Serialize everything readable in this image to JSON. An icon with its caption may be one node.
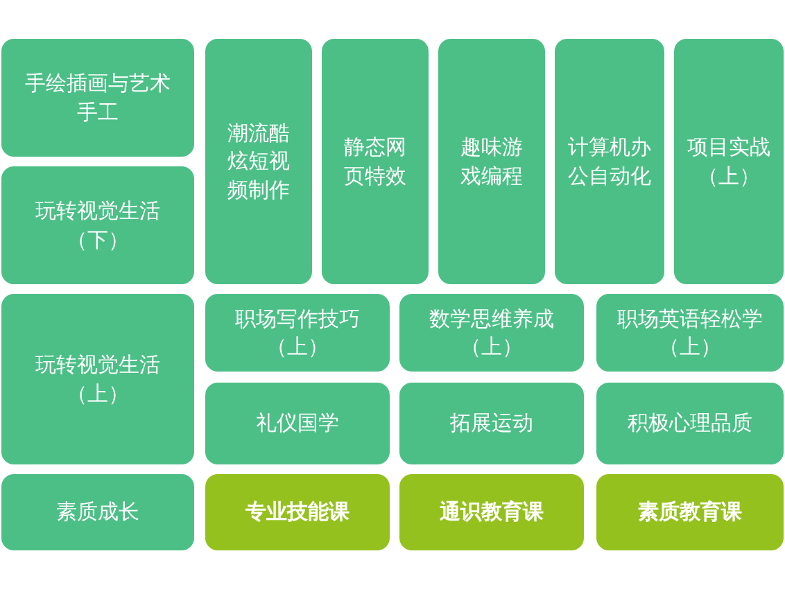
{
  "diagram": {
    "nodes": [
      {
        "text": [
          "手绘插画与艺术手工"
        ]
      },
      {
        "text": [
          "潮流酷炫短视频制作"
        ]
      },
      {
        "text": [
          "静态网页特效"
        ]
      },
      {
        "text": [
          "趣味游戏编程"
        ]
      },
      {
        "text": [
          "计算机办公自动化"
        ]
      },
      {
        "text": [
          "项目实战（上）"
        ]
      },
      {
        "text": [
          "玩转视觉生活（下）"
        ]
      },
      {
        "text": [
          "玩转视觉生活（上）"
        ]
      },
      {
        "text": [
          "职场写作技巧（上）"
        ]
      },
      {
        "text": [
          "数学思维养成（上）"
        ]
      },
      {
        "text": [
          "职场英语轻松学（上）"
        ]
      },
      {
        "text": [
          "礼仪国学"
        ]
      },
      {
        "text": [
          "拓展运动"
        ]
      },
      {
        "text": [
          "积极心理品质"
        ]
      },
      {
        "text": [
          "素质成长"
        ]
      },
      {
        "text": [
          "专业技能课"
        ]
      },
      {
        "text": [
          "通识教育课"
        ]
      },
      {
        "text": [
          "素质教育课"
        ]
      }
    ]
  }
}
